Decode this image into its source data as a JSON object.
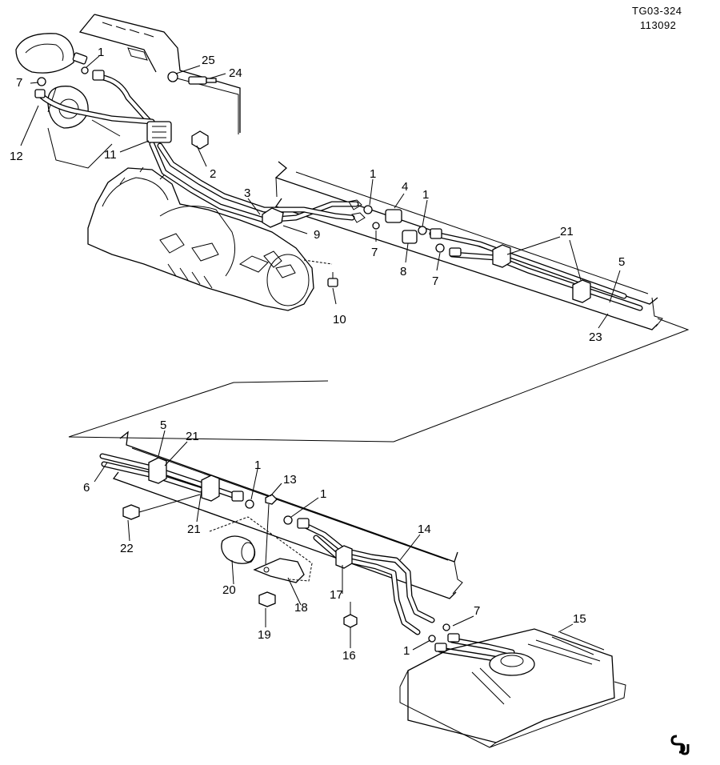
{
  "header": {
    "figure_code": "TG03-324",
    "date_code": "113092"
  },
  "callouts": [
    "1",
    "25",
    "24",
    "7",
    "12",
    "11",
    "2",
    "3",
    "1",
    "4",
    "1",
    "21",
    "5",
    "9",
    "7",
    "8",
    "7",
    "10",
    "23",
    "5",
    "21",
    "6",
    "1",
    "13",
    "1",
    "21",
    "22",
    "20",
    "18",
    "19",
    "17",
    "14",
    "7",
    "16",
    "1",
    "15"
  ],
  "icons": {
    "bottom_right_mark": "gm-logo-mark"
  }
}
